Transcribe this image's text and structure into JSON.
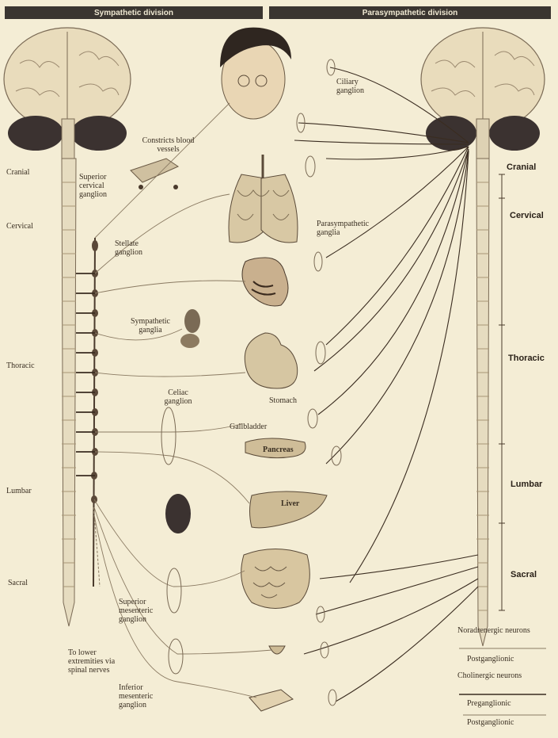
{
  "headers": {
    "sympathetic": "Sympathetic division",
    "parasympathetic": "Parasympathetic division"
  },
  "left_regions": {
    "cranial": "Cranial",
    "cervical": "Cervical",
    "thoracic": "Thoracic",
    "lumbar": "Lumbar",
    "sacral": "Sacral"
  },
  "right_regions": {
    "cranial": "Cranial",
    "cervical": "Cervical",
    "thoracic": "Thoracic",
    "lumbar": "Lumbar",
    "sacral": "Sacral"
  },
  "ganglia": {
    "superior_cervical": "Superior cervical ganglion",
    "stellate": "Stellate ganglion",
    "sympathetic_ganglia": "Sympathetic ganglia",
    "celiac": "Celiac ganglion",
    "superior_mesenteric": "Superior mesenteric ganglion",
    "inferior_mesenteric": "Inferior mesenteric ganglion",
    "ciliary": "Ciliary ganglion",
    "parasympathetic_ganglia": "Parasympathetic ganglia"
  },
  "annotations": {
    "constricts": "Constricts blood vessels",
    "to_lower": "To lower extremities via spinal nerves"
  },
  "organs": {
    "stomach": "Stomach",
    "gallbladder": "Gallbladder",
    "pancreas": "Pancreas",
    "liver": "Liver"
  },
  "legend": {
    "noradrenergic": "Noradrenergic neurons",
    "nor_post": "Postganglionic",
    "cholinergic": "Cholinergic neurons",
    "chol_pre": "Preganglionic",
    "chol_post": "Postganglionic"
  }
}
